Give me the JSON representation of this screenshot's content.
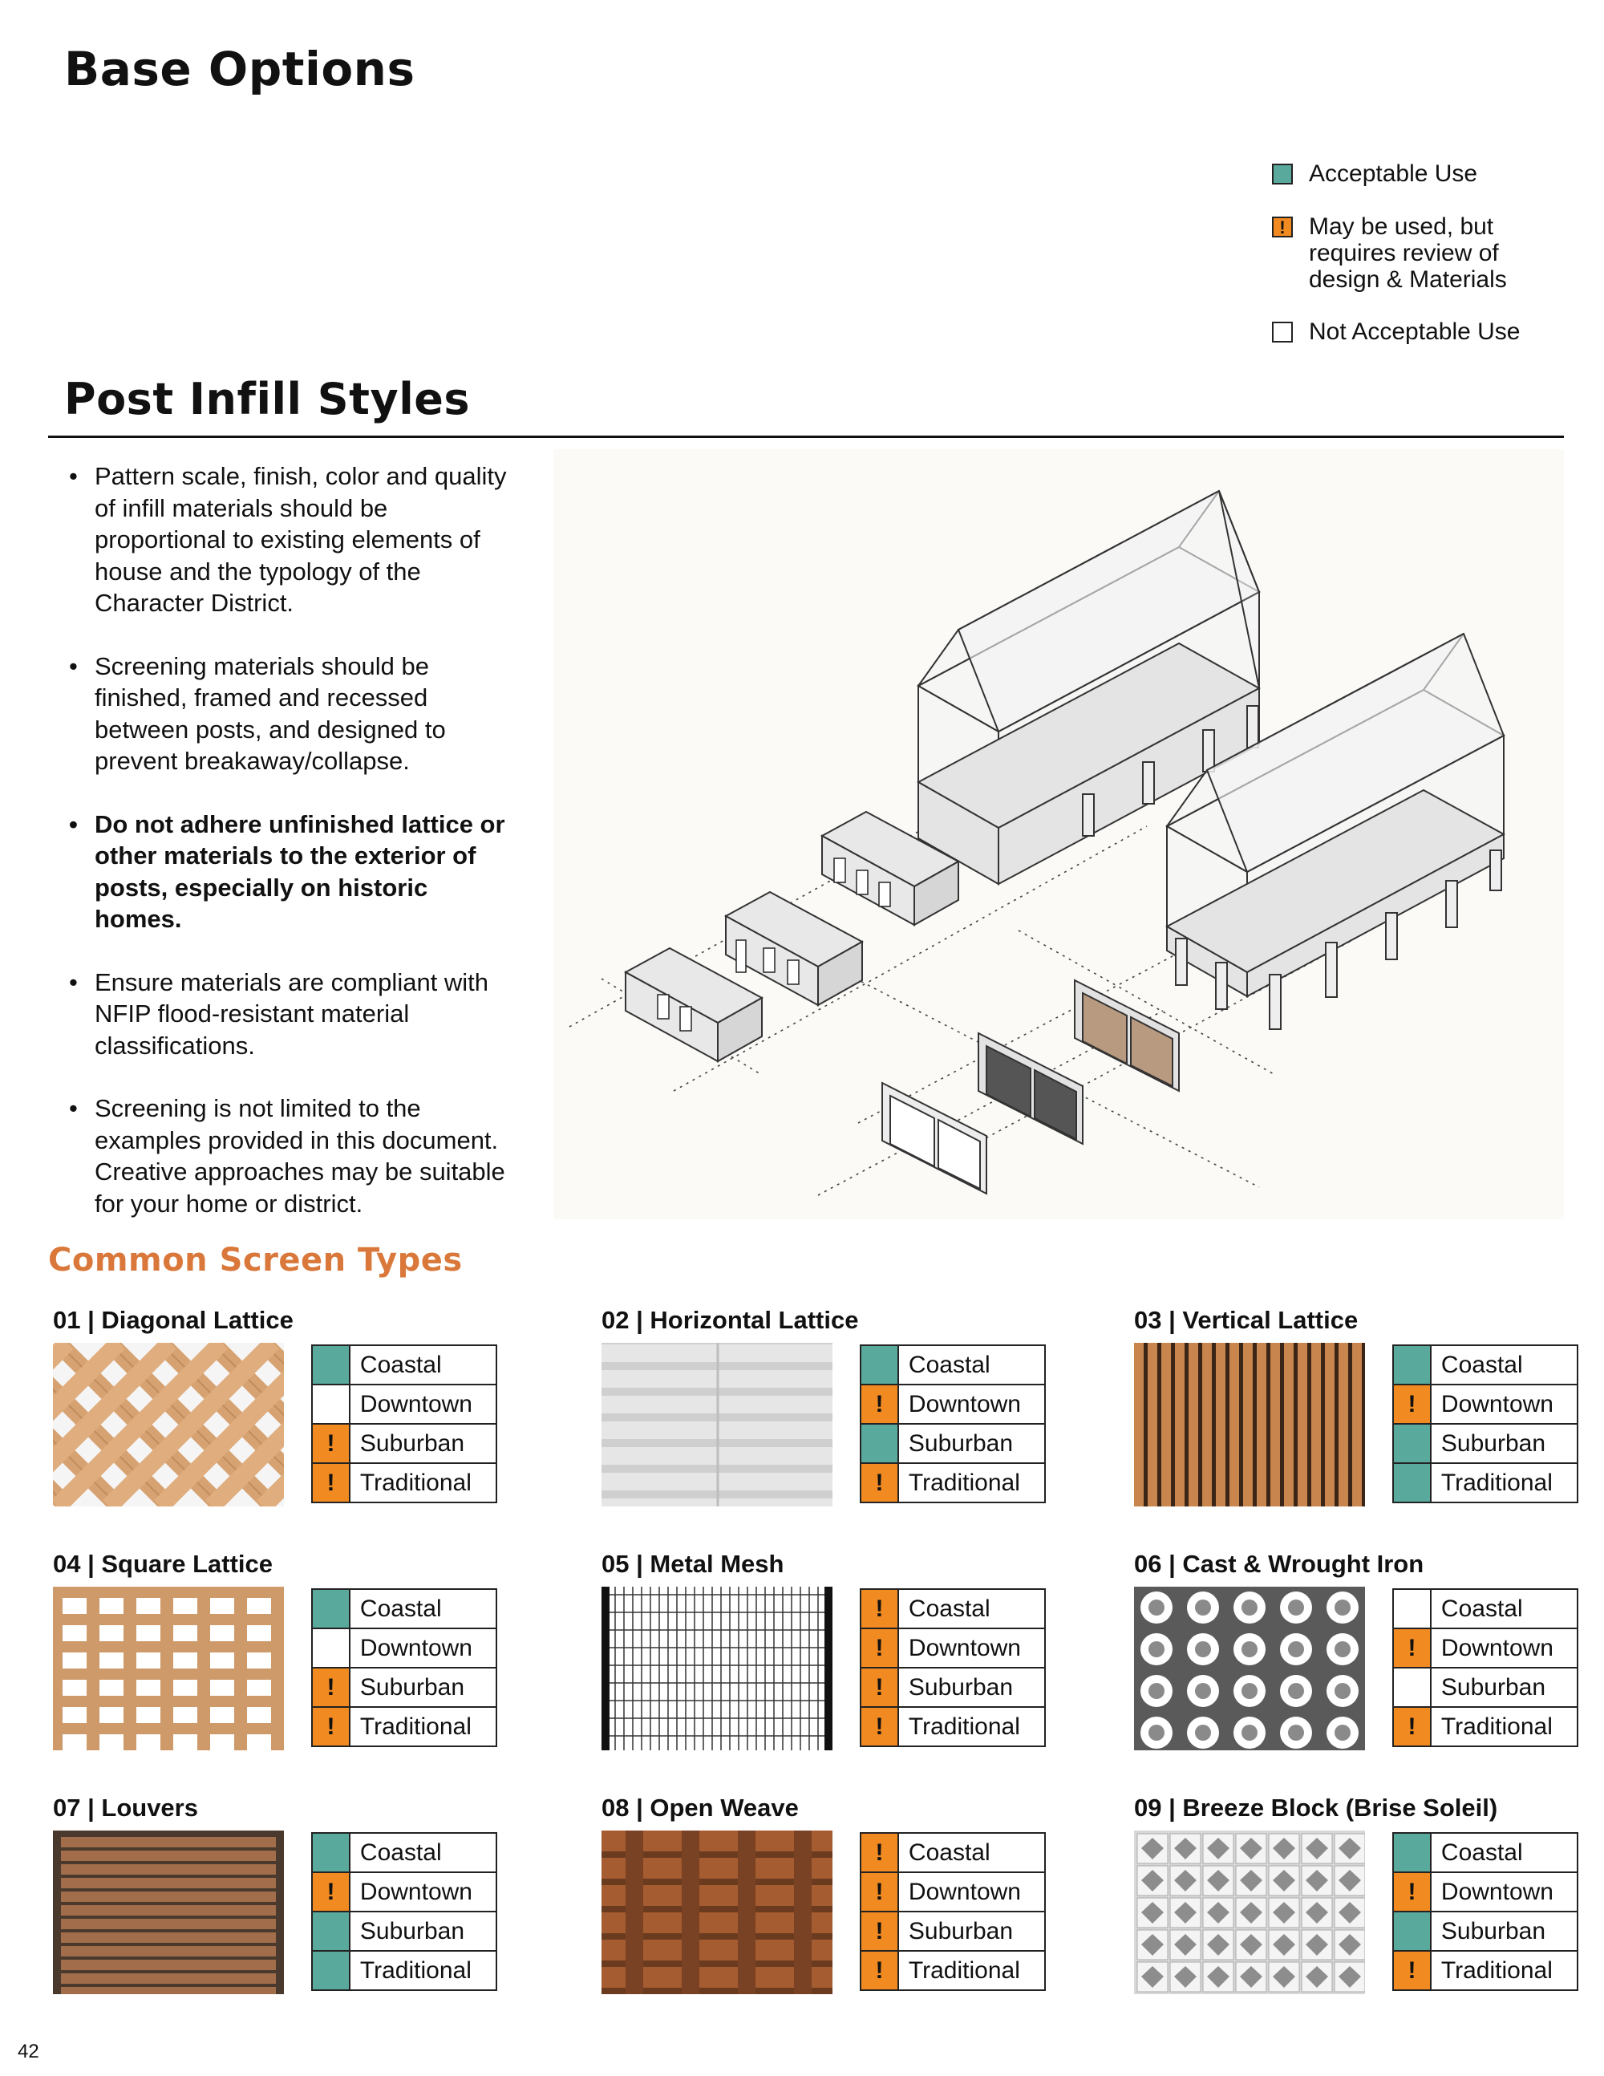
{
  "page": {
    "title_base": "Base Options",
    "title_post": "Post Infill Styles",
    "page_number": "42"
  },
  "legend": [
    {
      "status": "acc",
      "mark": "",
      "label": "Acceptable Use"
    },
    {
      "status": "rev",
      "mark": "!",
      "label": "May be used,  but requires review of design & Materials"
    },
    {
      "status": "not",
      "mark": "",
      "label": "Not Acceptable Use"
    }
  ],
  "bullets": [
    {
      "text": "Pattern scale, finish, color and quality of infill materials should be proportional to existing elements of house and the typology of the Character District.",
      "bold": false
    },
    {
      "text": "Screening materials should be finished, framed and recessed between posts, and designed to prevent breakaway/collapse.",
      "bold": false
    },
    {
      "text": "Do not adhere unfinished lattice or other materials to the exterior of posts, especially on historic homes.",
      "bold": true
    },
    {
      "text": "Ensure materials are compliant with NFIP flood-resistant material classifications.",
      "bold": false
    },
    {
      "text": "Screening is not limited to the examples provided in this document. Creative approaches may be suitable for your home or district.",
      "bold": false
    }
  ],
  "screen_types_title": "Common Screen Types",
  "colors": {
    "acceptable": "#5aa99d",
    "review": "#f18a21",
    "not_acceptable": "#ffffff",
    "accent_heading": "#d9783a"
  },
  "screens": [
    {
      "title": "01 | Diagonal Lattice",
      "pattern": "diagonal-lattice",
      "rows": [
        {
          "label": "Coastal",
          "status": "acc",
          "mark": ""
        },
        {
          "label": "Downtown",
          "status": "not",
          "mark": ""
        },
        {
          "label": "Suburban",
          "status": "rev",
          "mark": "!"
        },
        {
          "label": "Traditional",
          "status": "rev",
          "mark": "!"
        }
      ]
    },
    {
      "title": "02 | Horizontal Lattice",
      "pattern": "horizontal-lattice",
      "rows": [
        {
          "label": "Coastal",
          "status": "acc",
          "mark": ""
        },
        {
          "label": "Downtown",
          "status": "rev",
          "mark": "!"
        },
        {
          "label": "Suburban",
          "status": "acc",
          "mark": ""
        },
        {
          "label": "Traditional",
          "status": "rev",
          "mark": "!"
        }
      ]
    },
    {
      "title": "03 | Vertical Lattice",
      "pattern": "vertical-lattice",
      "rows": [
        {
          "label": "Coastal",
          "status": "acc",
          "mark": ""
        },
        {
          "label": "Downtown",
          "status": "rev",
          "mark": "!"
        },
        {
          "label": "Suburban",
          "status": "acc",
          "mark": ""
        },
        {
          "label": "Traditional",
          "status": "acc",
          "mark": ""
        }
      ]
    },
    {
      "title": "04 | Square Lattice",
      "pattern": "square-lattice",
      "rows": [
        {
          "label": "Coastal",
          "status": "acc",
          "mark": ""
        },
        {
          "label": "Downtown",
          "status": "not",
          "mark": ""
        },
        {
          "label": "Suburban",
          "status": "rev",
          "mark": "!"
        },
        {
          "label": "Traditional",
          "status": "rev",
          "mark": "!"
        }
      ]
    },
    {
      "title": "05 | Metal Mesh",
      "pattern": "metal-mesh",
      "rows": [
        {
          "label": "Coastal",
          "status": "rev",
          "mark": "!"
        },
        {
          "label": "Downtown",
          "status": "rev",
          "mark": "!"
        },
        {
          "label": "Suburban",
          "status": "rev",
          "mark": "!"
        },
        {
          "label": "Traditional",
          "status": "rev",
          "mark": "!"
        }
      ]
    },
    {
      "title": "06 | Cast & Wrought Iron",
      "pattern": "cast-iron",
      "rows": [
        {
          "label": "Coastal",
          "status": "not",
          "mark": ""
        },
        {
          "label": "Downtown",
          "status": "rev",
          "mark": "!"
        },
        {
          "label": "Suburban",
          "status": "not",
          "mark": ""
        },
        {
          "label": "Traditional",
          "status": "rev",
          "mark": "!"
        }
      ]
    },
    {
      "title": "07 | Louvers",
      "pattern": "louvers",
      "rows": [
        {
          "label": "Coastal",
          "status": "acc",
          "mark": ""
        },
        {
          "label": "Downtown",
          "status": "rev",
          "mark": "!"
        },
        {
          "label": "Suburban",
          "status": "acc",
          "mark": ""
        },
        {
          "label": "Traditional",
          "status": "acc",
          "mark": ""
        }
      ]
    },
    {
      "title": "08 |  Open Weave",
      "pattern": "open-weave",
      "rows": [
        {
          "label": "Coastal",
          "status": "rev",
          "mark": "!"
        },
        {
          "label": "Downtown",
          "status": "rev",
          "mark": "!"
        },
        {
          "label": "Suburban",
          "status": "rev",
          "mark": "!"
        },
        {
          "label": "Traditional",
          "status": "rev",
          "mark": "!"
        }
      ]
    },
    {
      "title": "09 | Breeze Block (Brise Soleil)",
      "pattern": "breeze-block",
      "rows": [
        {
          "label": "Coastal",
          "status": "acc",
          "mark": ""
        },
        {
          "label": "Downtown",
          "status": "rev",
          "mark": "!"
        },
        {
          "label": "Suburban",
          "status": "acc",
          "mark": ""
        },
        {
          "label": "Traditional",
          "status": "rev",
          "mark": "!"
        }
      ]
    }
  ]
}
